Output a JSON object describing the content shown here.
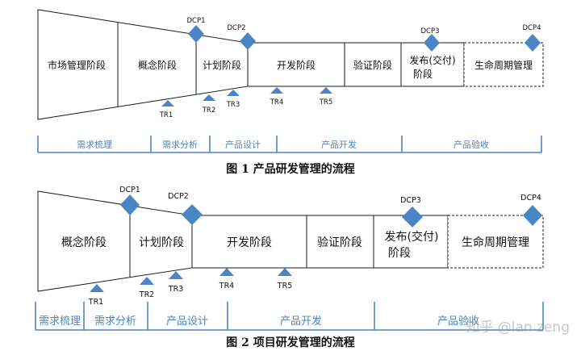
{
  "colors": {
    "outline": "#1a1a1a",
    "marker": "#4a86c5",
    "band": "#4a86c5",
    "band_text": "#4a86c5"
  },
  "figure1": {
    "caption": "图 1  产品研发管理的流程",
    "stages": [
      "市场管理阶段",
      "概念阶段",
      "计划阶段",
      "开发阶段",
      "验证阶段",
      "发布(交付)",
      "阶段",
      "生命周期管理"
    ],
    "dcp": [
      "DCP1",
      "DCP2",
      "DCP3",
      "DCP4"
    ],
    "tr": [
      "TR1",
      "TR2",
      "TR3",
      "TR4",
      "TR5"
    ],
    "bands": [
      "需求梳理",
      "需求分析",
      "产品设计",
      "产品开发",
      "产品验收"
    ]
  },
  "figure2": {
    "caption": "图 2  项目研发管理的流程",
    "stages": [
      "概念阶段",
      "计划阶段",
      "开发阶段",
      "验证阶段",
      "发布(交付)",
      "阶段",
      "生命周期管理"
    ],
    "dcp": [
      "DCP1",
      "DCP2",
      "DCP3",
      "DCP4"
    ],
    "tr": [
      "TR1",
      "TR2",
      "TR3",
      "TR4",
      "TR5"
    ],
    "bands": [
      "需求梳理",
      "需求分析",
      "产品设计",
      "产品开发",
      "产品验收"
    ]
  },
  "watermark": "知乎 @lan zeng"
}
